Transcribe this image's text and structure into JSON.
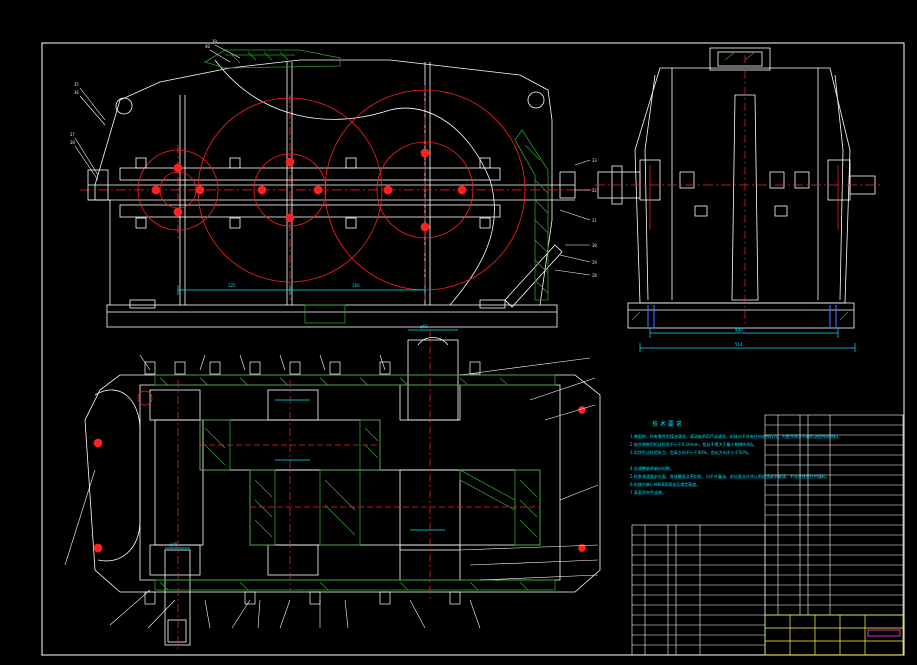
{
  "window": {
    "background": "#000000"
  },
  "colors": {
    "outline": "#ffffff",
    "green": "#2e9c2e",
    "red": "#ff2020",
    "cyan": "#00e5ff",
    "magenta": "#ff40ff",
    "yellow": "#ffff40",
    "blue": "#4060ff"
  },
  "tech_requirements": {
    "title": "技 术 要 求",
    "lines": [
      "1.装配前，所有零件用煤油清洗，滚动轴承用汽油清洗，机体内不许有任何杂物存在，内壁涂两次不被机油侵蚀的涂料。",
      "2.啮合侧隙用铅丝检验不小于0.16mm，铅丝不得大于最小侧隙的4倍。",
      "3.用涂色法检验斑点，齿高方向不小于40%，齿长方向不小于50%。",
      "4.应调整轴承轴向间隙。",
      "5.检查减速器剖分面、各接触面及密封处，均不许漏油，剖分面允许涂以密封油或水玻璃，不允许使用任何填料。",
      "6.机座内装L-AN68润滑油至规定高度。",
      "7.表面涂灰色油漆。"
    ]
  },
  "dimensions": {
    "front_center_1": "125",
    "front_center_2": "160",
    "side_width_1": "450",
    "side_width_2": "514",
    "top_shaft_dia": "φ60",
    "top_bottom_dia": "φ45"
  }
}
